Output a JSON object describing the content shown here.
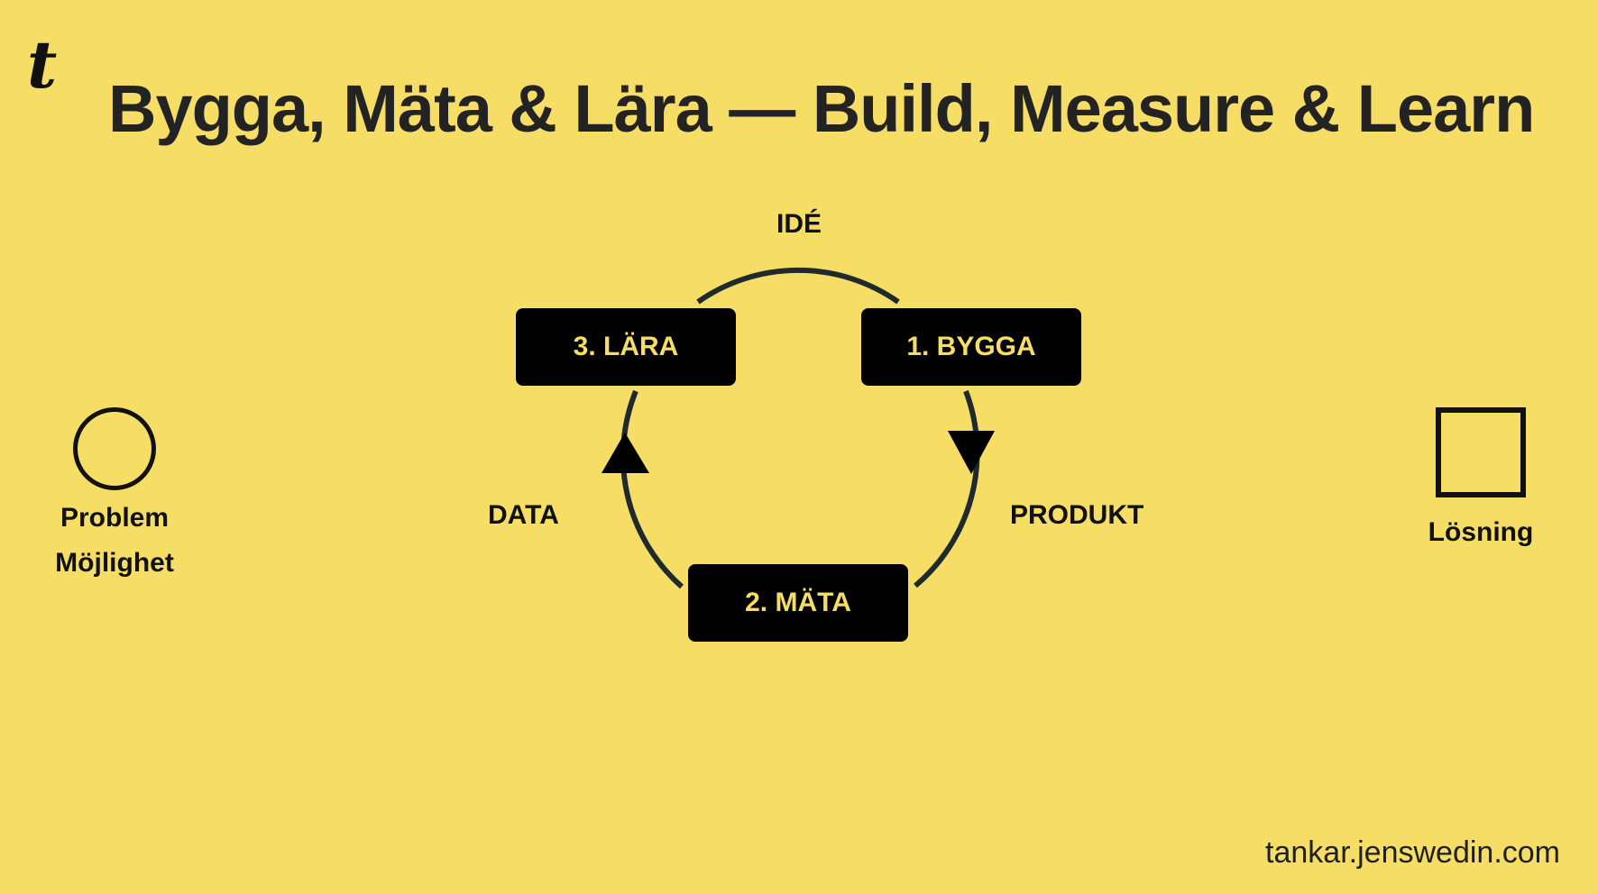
{
  "logo_text": "t",
  "title": "Bygga, Mäta & Lära — Build, Measure & Learn",
  "cycle": {
    "top_label": "IDÉ",
    "right_label": "PRODUKT",
    "left_label": "DATA",
    "steps": [
      {
        "label": "1. BYGGA"
      },
      {
        "label": "2. MÄTA"
      },
      {
        "label": "3. LÄRA"
      }
    ]
  },
  "left_item": {
    "icon": "circle-icon",
    "lines": [
      "Problem",
      "Möjlighet"
    ]
  },
  "right_item": {
    "icon": "square-icon",
    "label": "Lösning"
  },
  "footer_url": "tankar.jenswedin.com",
  "colors": {
    "background": "#f6de66",
    "box_fill": "#000000",
    "box_text": "#f6de66",
    "ink": "#1f1f1f"
  }
}
